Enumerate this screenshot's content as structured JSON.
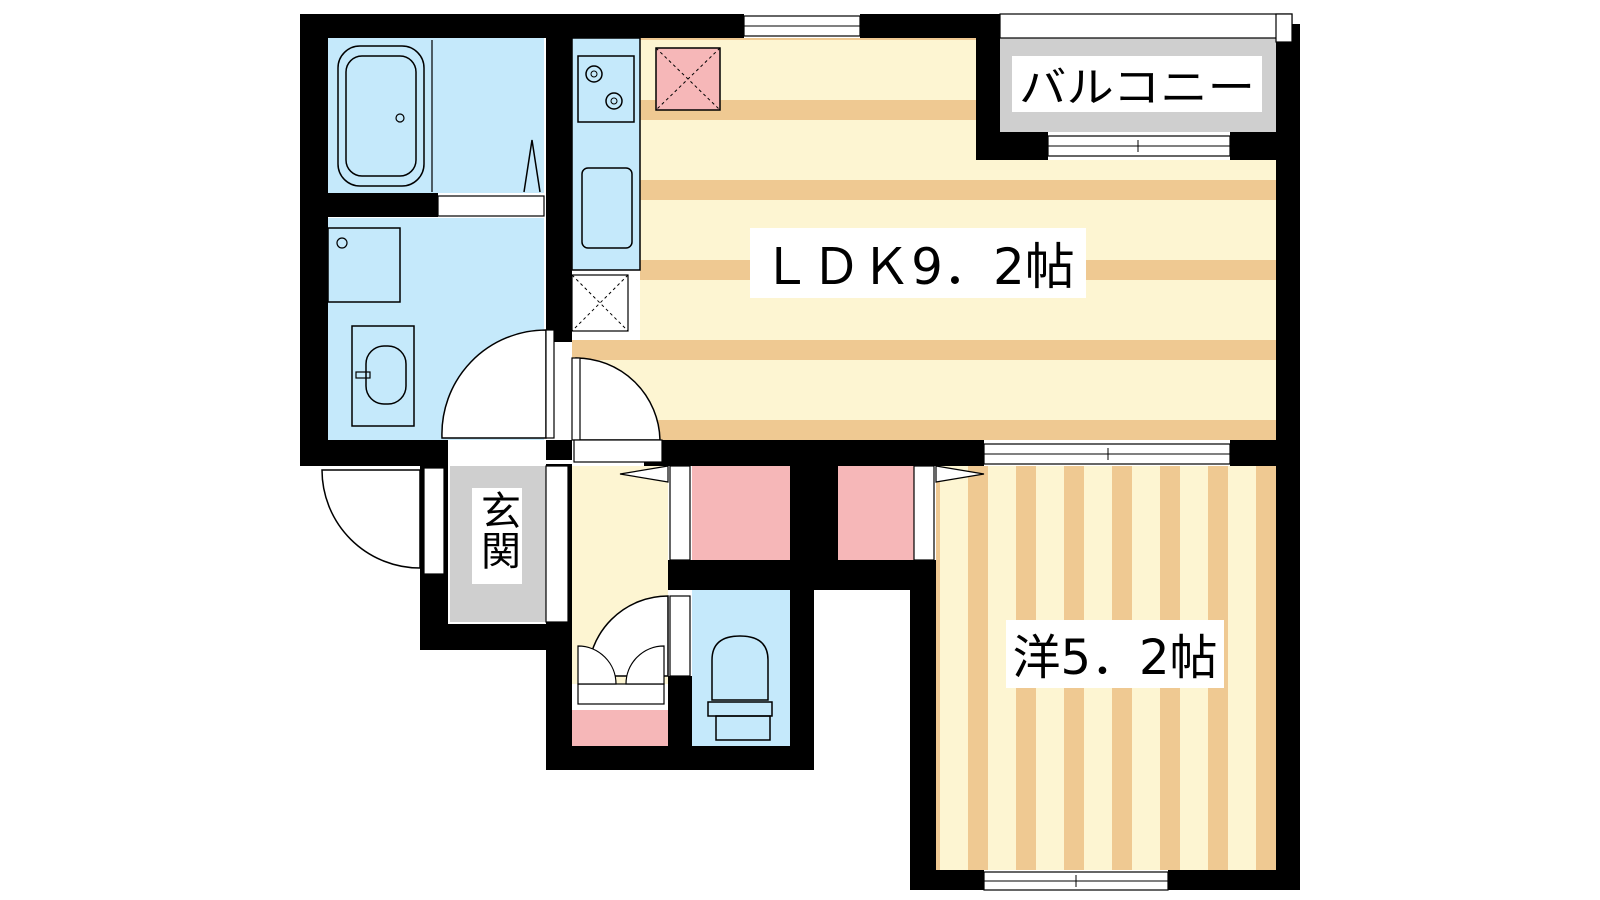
{
  "floor_plan": {
    "rooms": {
      "ldk": {
        "label": "ＬＤＫ9．2帖"
      },
      "western": {
        "label": "洋5．2帖"
      },
      "balcony": {
        "label": "バルコニー"
      },
      "entrance": {
        "label": "玄関"
      }
    },
    "colors": {
      "wall": "#000000",
      "wet_area": "#c5e9fb",
      "flooring_light": "#fdf5d2",
      "flooring_stripe": "#efc992",
      "storage": "#f6b7b8",
      "entrance_floor": "#cfcfcf",
      "balcony_floor": "#cfcfcf"
    }
  }
}
